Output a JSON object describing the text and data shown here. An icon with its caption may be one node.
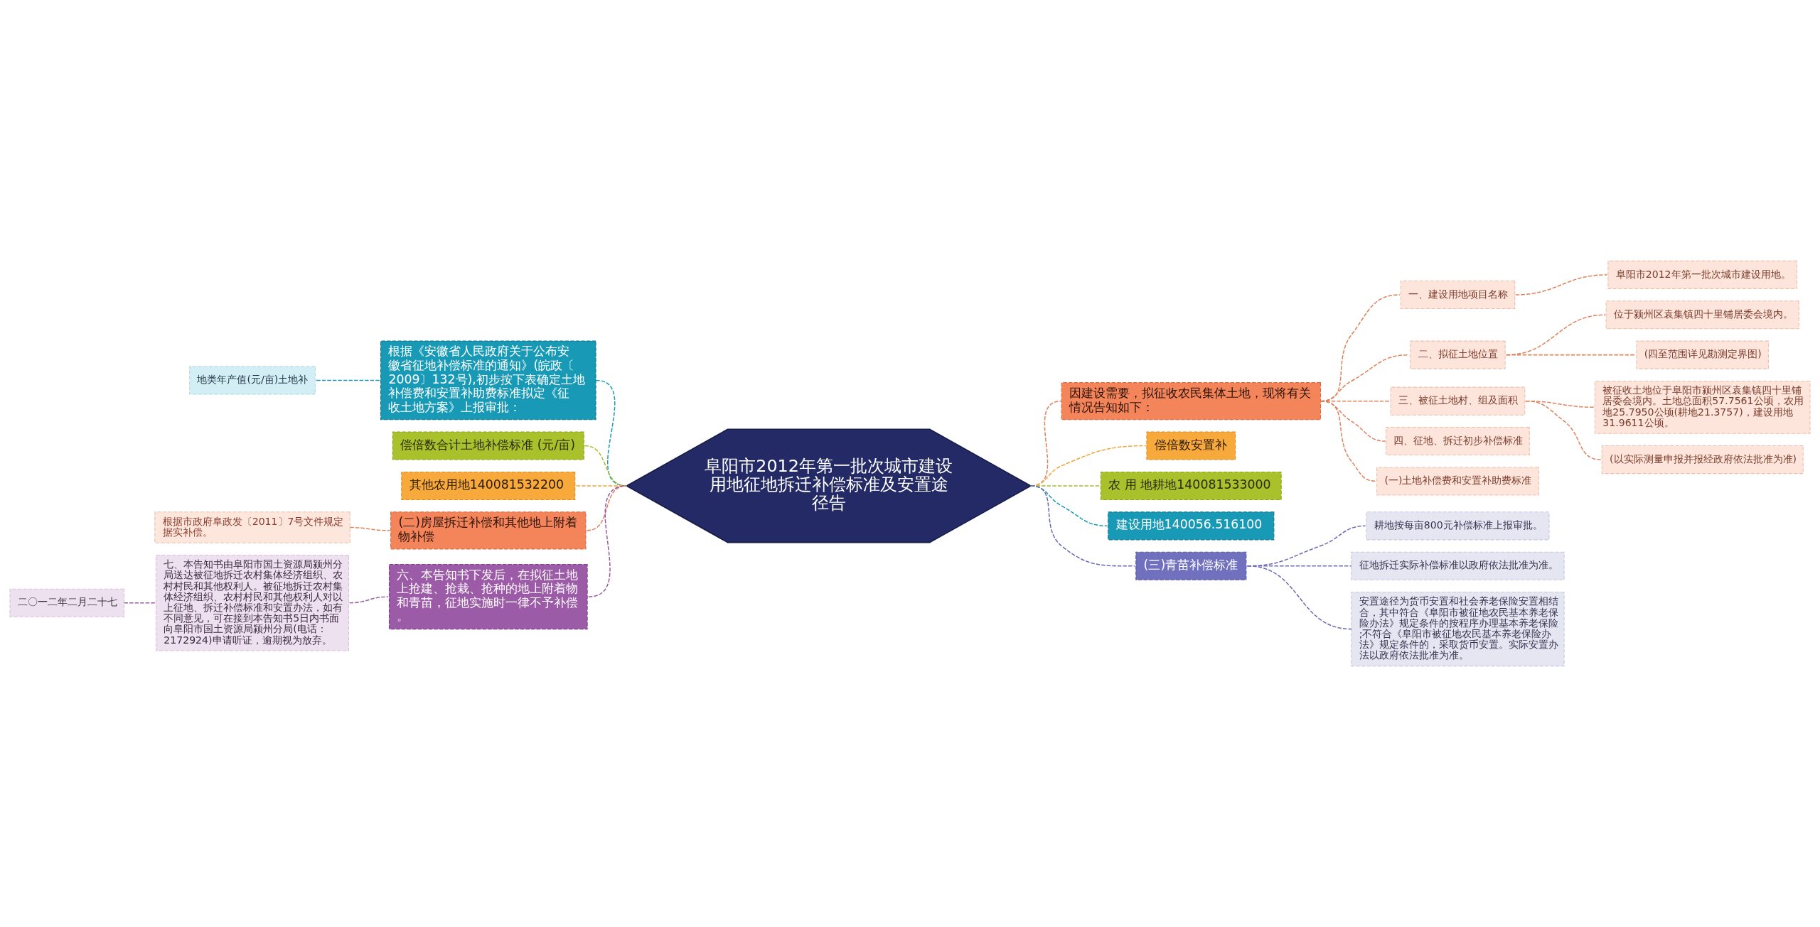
{
  "diagram": {
    "nodes": [
      {
        "text": [
          "阜阳市2012年第一批次城市建设用地征地拆迁补偿标准及安置途径告"
        ]
      },
      {
        "text": [
          "根据《安徽省人民政府关于公布安徽省征地补偿标准的通知》(皖政〔2009〕132号),初步按下表确定土地补偿费和安置补助费标准拟定《征收土地方案》上报审批："
        ]
      },
      {
        "text": [
          "地类年产值(元/亩)土地补"
        ]
      },
      {
        "text": [
          "偿倍数合计土地补偿标准 (元/亩)"
        ]
      },
      {
        "text": [
          "其他农用地140081532200"
        ]
      },
      {
        "text": [
          "(二)房屋拆迁补偿和其他地上附着物补偿"
        ]
      },
      {
        "text": [
          "根据市政府阜政发〔2011〕7号文件规定据实补偿。"
        ]
      },
      {
        "text": [
          "六、本告知书下发后，在拟征土地上抢建、抢栽、抢种的地上附着物和青苗，征地实施时一律不予补偿。"
        ]
      },
      {
        "text": [
          "七、本告知书由阜阳市国土资源局颍州分局送达被征地拆迁农村集体经济组织、农村村民和其他权利人。被征地拆迁农村集体经济组织、农村村民和其他权利人对以上征地、拆迁补偿标准和安置办法，如有不同意见，可在接到本告知书5日内书面向阜阳市国土资源局颍州分局(电话：2172924)申请听证，逾期视为放弃。"
        ]
      },
      {
        "text": [
          "二〇一二年二月二十七"
        ]
      },
      {
        "text": [
          "因建设需要，拟征收农民集体土地，现将有关情况告知如下："
        ]
      },
      {
        "text": [
          "一、建设用地项目名称"
        ]
      },
      {
        "text": [
          "阜阳市2012年第一批次城市建设用地。"
        ]
      },
      {
        "text": [
          "二、拟征土地位置"
        ]
      },
      {
        "text": [
          "位于颍州区袁集镇四十里铺居委会境内。"
        ]
      },
      {
        "text": [
          "(四至范围详见勘测定界图)"
        ]
      },
      {
        "text": [
          "三、被征土地村、组及面积"
        ]
      },
      {
        "text": [
          "被征收土地位于阜阳市颍州区袁集镇四十里铺居委会境内。土地总面积57.7561公顷，农用地25.7950公顷(耕地21.3757)，建设用地31.9611公顷。"
        ]
      },
      {
        "text": [
          "(以实际测量申报并报经政府依法批准为准)"
        ]
      },
      {
        "text": [
          "四、征地、拆迁初步补偿标准"
        ]
      },
      {
        "text": [
          "(一)土地补偿费和安置补助费标准"
        ]
      },
      {
        "text": [
          "偿倍数安置补"
        ]
      },
      {
        "text": [
          "农 用 地耕地140081533000"
        ]
      },
      {
        "text": [
          "建设用地140056.516100"
        ]
      },
      {
        "text": [
          "(三)青苗补偿标准"
        ]
      },
      {
        "text": [
          "耕地按每亩800元补偿标准上报审批。"
        ]
      },
      {
        "text": [
          "征地拆迁实际补偿标准以政府依法批准为准。"
        ]
      },
      {
        "text": [
          "安置途径为货币安置和社会养老保险安置相结合，其中符合《阜阳市被征地农民基本养老保险办法》规定条件的按程序办理基本养老保险;不符合《阜阳市被征地农民基本养老保险办法》规定条件的，采取货币安置。实际安置办法以政府依法批准为准。"
        ]
      }
    ],
    "edges": [
      {
        "from": 0,
        "to": 1,
        "arrow": "none",
        "style": "dashed",
        "color": "#1a9ab6"
      },
      {
        "from": 1,
        "to": 2,
        "arrow": "none",
        "style": "dashed",
        "color": "#1a9ab6"
      },
      {
        "from": 0,
        "to": 3,
        "arrow": "none",
        "style": "dashed",
        "color": "#a6bd2a"
      },
      {
        "from": 0,
        "to": 4,
        "arrow": "none",
        "style": "dashed",
        "color": "#f5a43a"
      },
      {
        "from": 0,
        "to": 5,
        "arrow": "none",
        "style": "dashed"
      },
      {
        "from": 5,
        "to": 6,
        "arrow": "none",
        "style": "dashed"
      },
      {
        "from": 0,
        "to": 7,
        "arrow": "none",
        "style": "dashed",
        "color": "#9a5aa6"
      },
      {
        "from": 7,
        "to": 8,
        "arrow": "none",
        "style": "dashed",
        "color": "#9a5aa6"
      },
      {
        "from": 8,
        "to": 9,
        "arrow": "none",
        "style": "dashed",
        "color": "#9a5aa6"
      },
      {
        "from": 0,
        "to": 10,
        "arrow": "none",
        "style": "dashed"
      },
      {
        "from": 10,
        "to": 11,
        "arrow": "none",
        "style": "dashed"
      },
      {
        "from": 11,
        "to": 12,
        "arrow": "none",
        "style": "dashed"
      },
      {
        "from": 10,
        "to": 13,
        "arrow": "none",
        "style": "dashed"
      },
      {
        "from": 13,
        "to": 14,
        "arrow": "none",
        "style": "dashed"
      },
      {
        "from": 13,
        "to": 15,
        "arrow": "none",
        "style": "dashed"
      },
      {
        "from": 10,
        "to": 16,
        "arrow": "none",
        "style": "dashed"
      },
      {
        "from": 16,
        "to": 17,
        "arrow": "none",
        "style": "dashed"
      },
      {
        "from": 16,
        "to": 18,
        "arrow": "none",
        "style": "dashed"
      },
      {
        "from": 10,
        "to": 19,
        "arrow": "none",
        "style": "dashed"
      },
      {
        "from": 10,
        "to": 20,
        "arrow": "none",
        "style": "dashed"
      },
      {
        "from": 0,
        "to": 21,
        "arrow": "none",
        "style": "dashed",
        "color": "#f5a43a"
      },
      {
        "from": 0,
        "to": 22,
        "arrow": "none",
        "style": "dashed",
        "color": "#a6bd2a"
      },
      {
        "from": 0,
        "to": 23,
        "arrow": "none",
        "style": "dashed",
        "color": "#1a9ab6"
      },
      {
        "from": 0,
        "to": 24,
        "arrow": "none",
        "style": "dashed",
        "color": "#6a6ab4"
      },
      {
        "from": 24,
        "to": 25,
        "arrow": "none",
        "style": "dashed",
        "color": "#6a6ab4"
      },
      {
        "from": 24,
        "to": 26,
        "arrow": "none",
        "style": "dashed",
        "color": "#6a6ab4"
      },
      {
        "from": 24,
        "to": 27,
        "arrow": "none",
        "style": "dashed",
        "color": "#6a6ab4"
      }
    ]
  }
}
